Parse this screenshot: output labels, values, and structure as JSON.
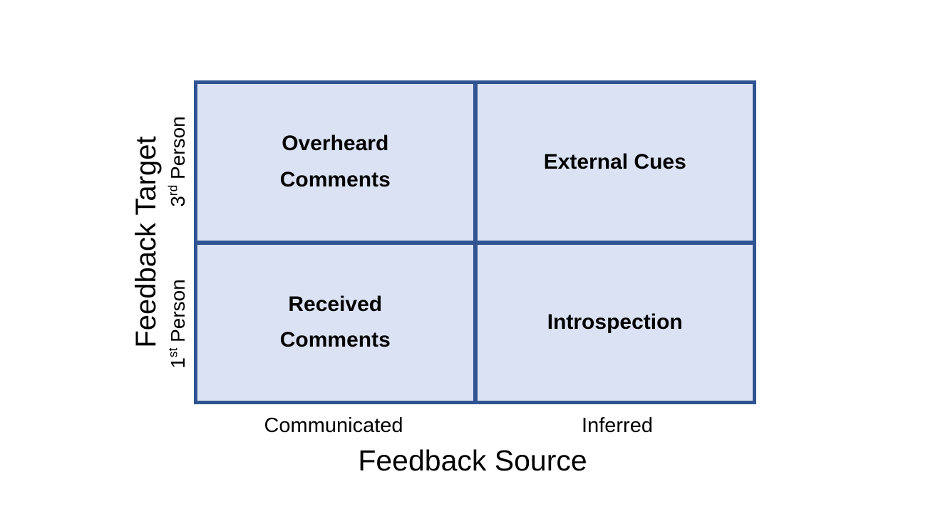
{
  "colors": {
    "background": "#ffffff",
    "quadrant_fill": "#dae2f3",
    "grid_border": "#2f5491",
    "text": "#000000"
  },
  "matrix": {
    "y_axis": {
      "title": "Feedback Target",
      "top_label": {
        "base": "3",
        "sup": "rd",
        "rest": " Person"
      },
      "bottom_label": {
        "base": "1",
        "sup": "st",
        "rest": " Person"
      }
    },
    "x_axis": {
      "title": "Feedback Source",
      "left_label": "Communicated",
      "right_label": "Inferred"
    },
    "quadrants": {
      "top_left": "Overheard\nComments",
      "top_right": "External Cues",
      "bottom_left": "Received\nComments",
      "bottom_right": "Introspection"
    }
  }
}
